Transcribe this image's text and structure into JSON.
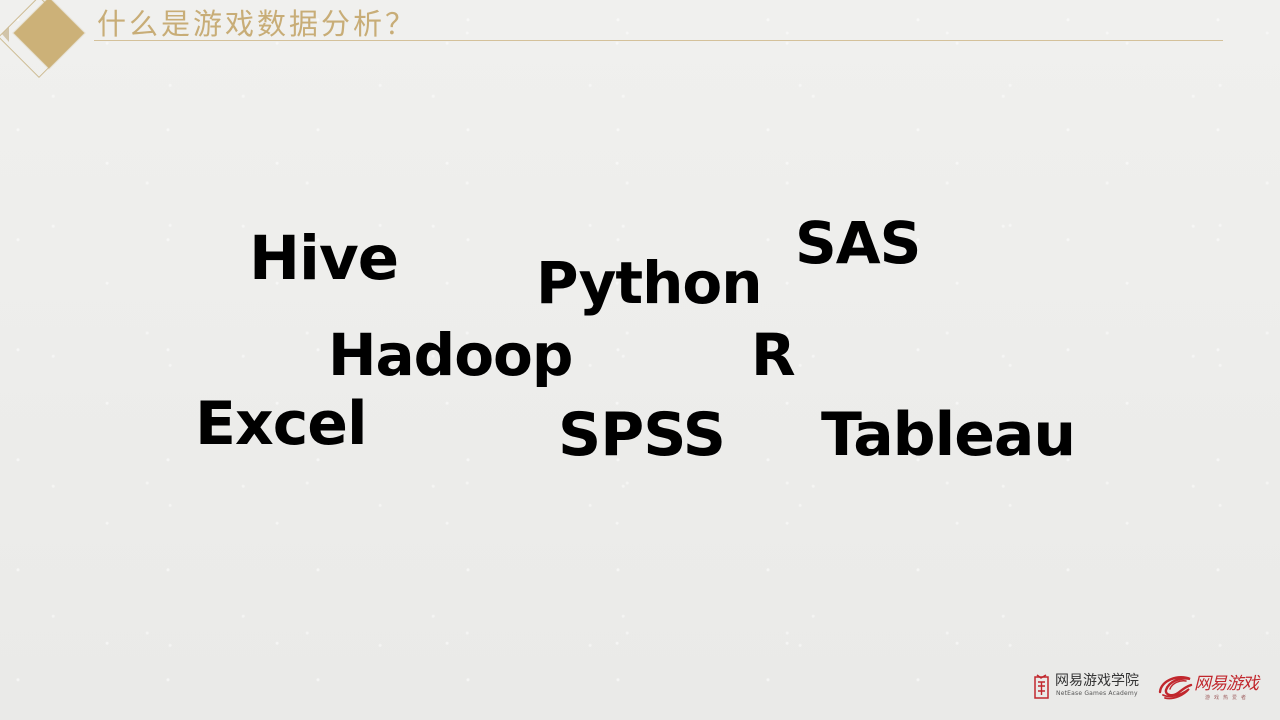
{
  "slide": {
    "title": "什么是游戏数据分析？",
    "tools": [
      "Hive",
      "Python",
      "SAS",
      "Hadoop",
      "R",
      "Excel",
      "SPSS",
      "Tableau"
    ]
  },
  "footer": {
    "academy_cn": "网易游戏学院",
    "academy_en": "NetEase Games Academy",
    "brand": "网易游戏",
    "slogan": "游戏热爱者"
  },
  "colors": {
    "background": "#ededeb",
    "gold": "#ccb178",
    "title": "#c8ad77",
    "text": "#000000",
    "brand_red": "#c1272d"
  },
  "icons": {
    "left_arrow": "left-arrow-icon",
    "title_badge": "diamond-icon",
    "academy_logo": "seal-icon",
    "brand_logo": "swirl-icon"
  }
}
